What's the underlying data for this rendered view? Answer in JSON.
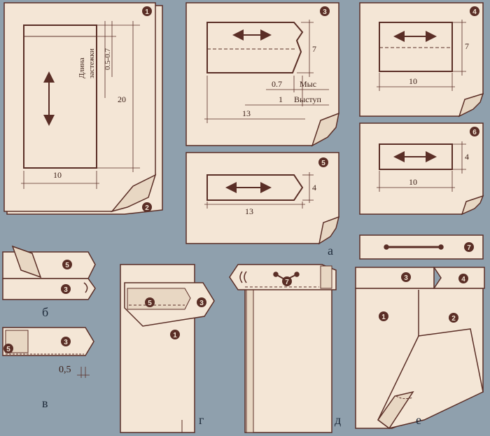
{
  "colors": {
    "background": "#8fa0ad",
    "paper": "#f4e6d6",
    "ink": "#5a2e26",
    "dim": "#3a1e16",
    "caption": "#1e2a3a"
  },
  "panels": {
    "p1": {
      "number": "1",
      "dim_width": "10",
      "dim_height": "20",
      "dim_clasp": "0.5-0.7",
      "label_clasp_1": "Длина",
      "label_clasp_2": "застежки"
    },
    "p3": {
      "number": "3",
      "dim_width": "13",
      "dim_height": "7",
      "dim_cape_value": "0.7",
      "label_cape": "Мыс",
      "dim_protrusion_value": "1",
      "label_protrusion": "Выступ"
    },
    "p4": {
      "number": "4",
      "dim_width": "10",
      "dim_height": "7"
    },
    "p5": {
      "number": "5",
      "dim_width": "13",
      "dim_height": "4"
    },
    "p6": {
      "number": "6",
      "dim_width": "10",
      "dim_height": "4"
    },
    "p7": {
      "number": "7"
    },
    "p2": {
      "number": "2"
    }
  },
  "captions": {
    "a": "а",
    "b": "б",
    "v": "в",
    "g": "г",
    "d": "д",
    "e": "е"
  },
  "step_v": {
    "dim": "0,5"
  },
  "part_numbers": {
    "n1": "1",
    "n2": "2",
    "n3": "3",
    "n4": "4",
    "n5": "5",
    "n7": "7"
  }
}
